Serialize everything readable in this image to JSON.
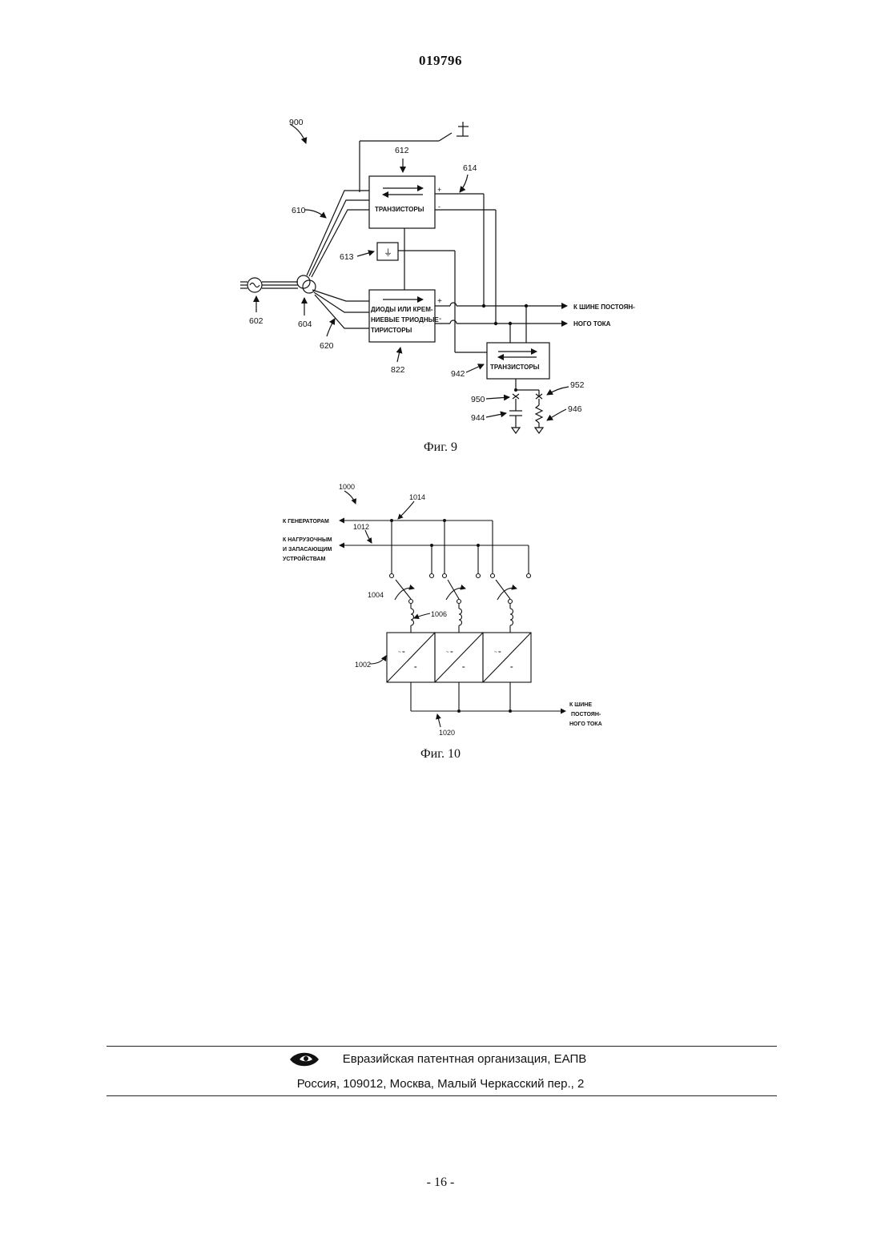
{
  "header": {
    "patent_number": "019796"
  },
  "fig9": {
    "caption": "Фиг. 9",
    "ref_900": "900",
    "ref_612": "612",
    "ref_614": "614",
    "ref_610": "610",
    "ref_613": "613",
    "ref_602": "602",
    "ref_604": "604",
    "ref_620": "620",
    "ref_822": "822",
    "ref_942": "942",
    "ref_950": "950",
    "ref_952": "952",
    "ref_944": "944",
    "ref_946": "946",
    "box_top_label": "ТРАНЗИСТОРЫ",
    "box_bottom_line1": "ДИОДЫ ИЛИ КРЕМ-",
    "box_bottom_line2": "НИЕВЫЕ ТРИОДНЫЕ",
    "box_bottom_line3": "ТИРИСТОРЫ",
    "box_right_label": "ТРАНЗИСТОРЫ",
    "plus_sign": "+",
    "minus_sign": "-",
    "bus_label_line1": "К ШИНЕ ПОСТОЯН-",
    "bus_label_line2": "НОГО ТОКА"
  },
  "fig10": {
    "caption": "Фиг. 10",
    "ref_1000": "1000",
    "ref_1014": "1014",
    "ref_1012": "1012",
    "ref_1004": "1004",
    "ref_1006": "1006",
    "ref_1002": "1002",
    "ref_1020": "1020",
    "label_generators": "К ГЕНЕРАТОРАМ",
    "label_loads_line1": "К НАГРУЗОЧНЫМ",
    "label_loads_line2": "И ЗАПАСАЮЩИМ",
    "label_loads_line3": "УСТРОЙСТВАМ",
    "dc_bus_line1": "К ШИНЕ",
    "dc_bus_line2": "ПОСТОЯН-",
    "dc_bus_line3": "НОГО ТОКА",
    "converter_ac_symbol": "~ =",
    "converter_dc_symbol": "="
  },
  "footer": {
    "org": "Евразийская патентная организация, ЕАПВ",
    "address": "Россия, 109012, Москва, Малый Черкасский пер., 2",
    "page": "- 16 -"
  }
}
